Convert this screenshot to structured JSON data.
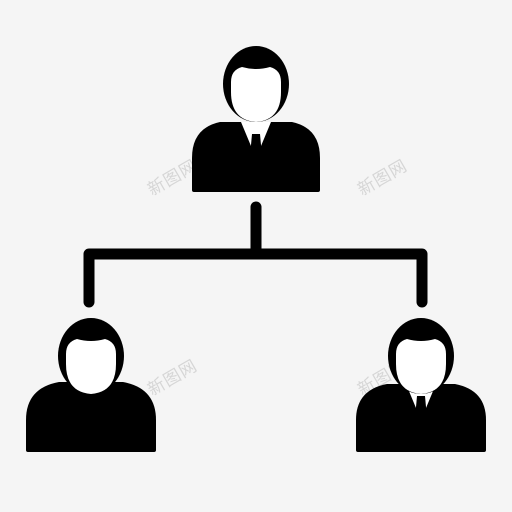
{
  "diagram": {
    "nodes": [
      {
        "id": "manager",
        "role": "top",
        "attire": "suit-and-tie",
        "icon": "person-with-tie-icon"
      },
      {
        "id": "member-left",
        "role": "bottom-left",
        "attire": "casual-crew-neck",
        "icon": "person-icon"
      },
      {
        "id": "member-right",
        "role": "bottom-right",
        "attire": "suit-and-tie",
        "icon": "person-with-tie-icon"
      }
    ],
    "edges": [
      {
        "from": "manager",
        "to": "member-left"
      },
      {
        "from": "manager",
        "to": "member-right"
      }
    ]
  },
  "colors": {
    "background": "#f5f5f5",
    "icon": "#000000",
    "face": "#ffffff",
    "watermark": "#d6d6d6"
  },
  "watermark": {
    "text": "新图网"
  }
}
